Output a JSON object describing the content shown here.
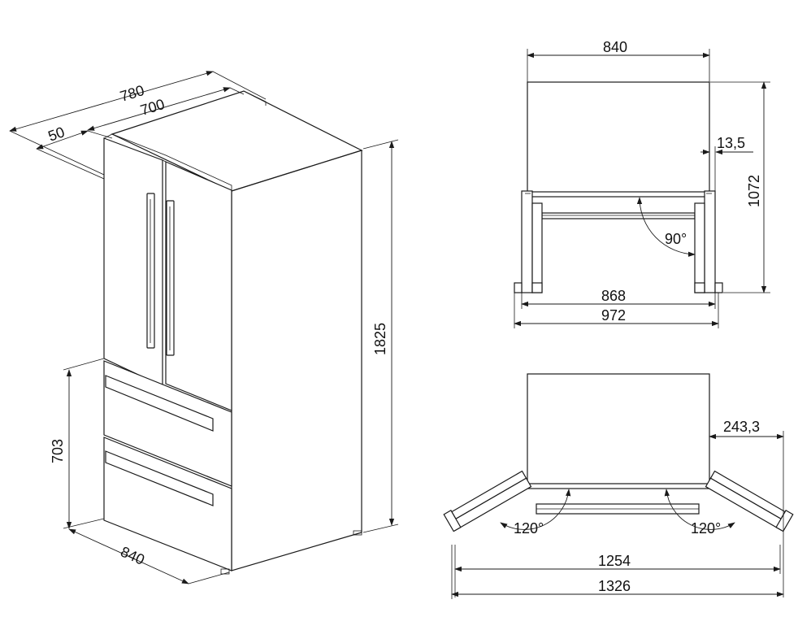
{
  "perspective": {
    "depth_total": "780",
    "depth_cabinet": "700",
    "depth_door": "50",
    "height_total": "1825",
    "height_drawers": "703",
    "width": "840"
  },
  "top_view_90": {
    "width": "840",
    "side_offset": "13,5",
    "depth_open": "1072",
    "angle": "90°",
    "inner_width": "868",
    "outer_width": "972"
  },
  "top_view_120": {
    "side_offset": "243,3",
    "angle_left": "120°",
    "angle_right": "120°",
    "inner_width": "1254",
    "outer_width": "1326"
  }
}
